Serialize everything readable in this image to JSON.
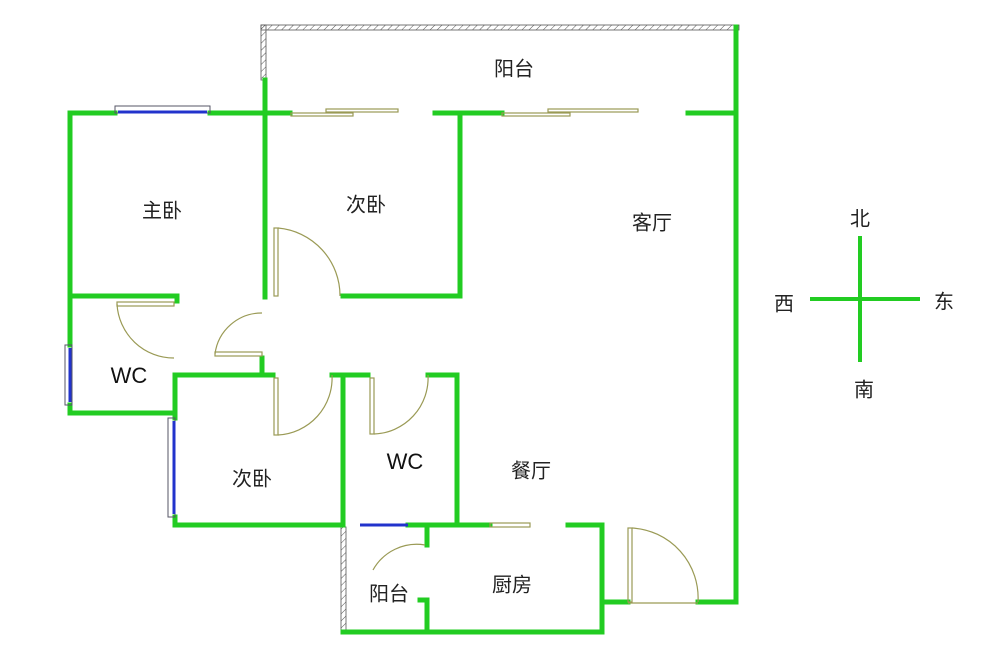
{
  "rooms": {
    "balcony_north": "阳台",
    "master_bedroom": "主卧",
    "second_bedroom_north": "次卧",
    "living_room": "客厅",
    "wc_west": "WC",
    "second_bedroom_south": "次卧",
    "wc_center": "WC",
    "dining_room": "餐厅",
    "balcony_south": "阳台",
    "kitchen": "厨房"
  },
  "compass": {
    "north": "北",
    "south": "南",
    "east": "东",
    "west": "西"
  },
  "colors": {
    "wall": "#22cc22",
    "door": "#9a9a55",
    "window": "#2233cc",
    "hatch": "#555555"
  }
}
